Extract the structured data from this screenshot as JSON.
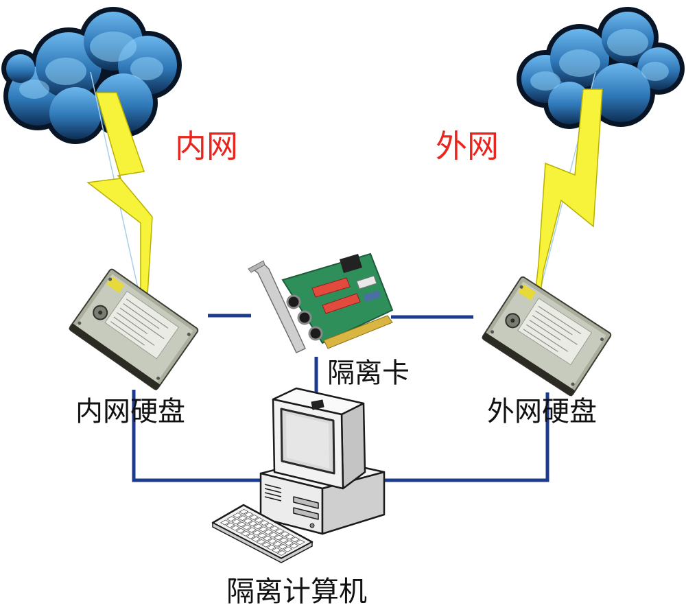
{
  "networks": {
    "internal": {
      "label": "内网"
    },
    "external": {
      "label": "外网"
    }
  },
  "devices": {
    "internal_disk": {
      "label": "内网硬盘",
      "icon": "hard-drive-icon"
    },
    "external_disk": {
      "label": "外网硬盘",
      "icon": "hard-drive-icon"
    },
    "isolation_card": {
      "label": "隔离卡",
      "icon": "pci-card-icon"
    },
    "computer": {
      "label": "隔离计算机",
      "icon": "computer-icon"
    }
  },
  "icons": {
    "cloud": "cloud-icon",
    "bolt": "lightning-icon",
    "keyboard": "keyboard-icon"
  },
  "colors": {
    "network_label": "#e8261f",
    "link": "#1c3a8e",
    "bolt": "#f7f23a",
    "label": "#111111"
  }
}
